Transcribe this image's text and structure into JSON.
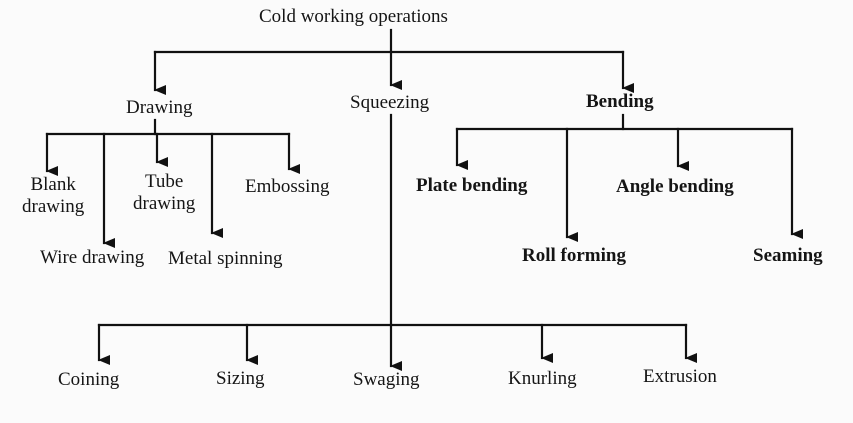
{
  "diagram": {
    "root": "Cold working operations",
    "categories": {
      "drawing": "Drawing",
      "squeezing": "Squeezing",
      "bending": "Bending"
    },
    "drawing_items": {
      "blank_drawing": "Blank\ndrawing",
      "wire_drawing": "Wire drawing",
      "tube_drawing": "Tube\ndrawing",
      "metal_spinning": "Metal spinning",
      "embossing": "Embossing"
    },
    "bending_items": {
      "plate_bending": "Plate bending",
      "roll_forming": "Roll forming",
      "angle_bending": "Angle bending",
      "seaming": "Seaming"
    },
    "squeezing_items": {
      "coining": "Coining",
      "sizing": "Sizing",
      "swaging": "Swaging",
      "knurling": "Knurling",
      "extrusion": "Extrusion"
    },
    "colors": {
      "line": "#111111",
      "text": "#151515",
      "background": "#fbfbfb"
    }
  }
}
